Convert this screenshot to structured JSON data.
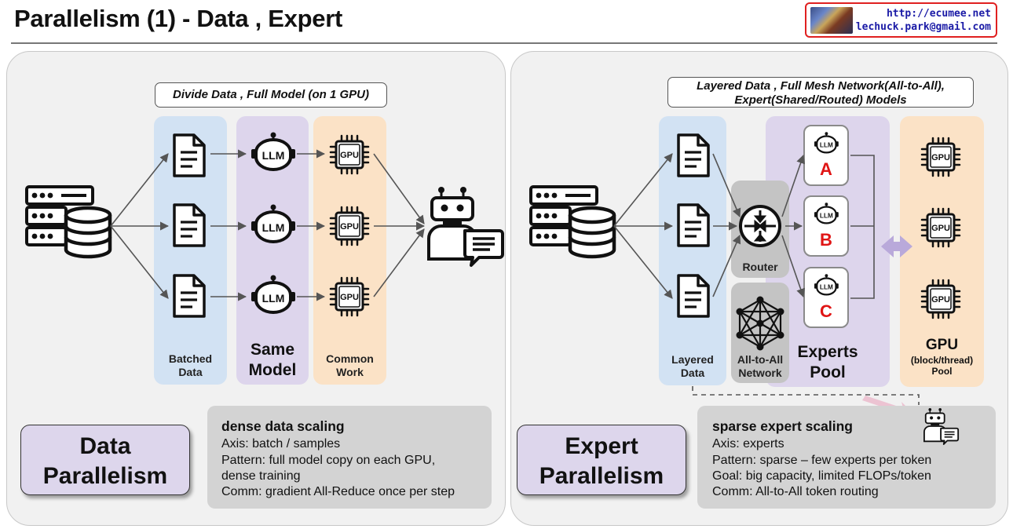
{
  "header": {
    "title": "Parallelism (1) - Data , Expert",
    "credit_url": "http://ecumee.net",
    "credit_email": "lechuck.park@gmail.com"
  },
  "data_parallel": {
    "top_label": "Divide Data , Full Model (on 1 GPU)",
    "col_batched": [
      "Batched",
      "Data"
    ],
    "col_model": [
      "Same",
      "Model"
    ],
    "col_work": [
      "Common",
      "Work"
    ],
    "llm_text": "LLM",
    "gpu_text": "GPU",
    "name": [
      "Data",
      "Parallelism"
    ],
    "info": {
      "heading": "dense data scaling",
      "lines": [
        "Axis: batch / samples",
        "Pattern: full model copy on each GPU,",
        "dense training",
        "Comm: gradient All-Reduce once per step"
      ]
    }
  },
  "expert_parallel": {
    "top_label": [
      "Layered Data , Full Mesh Network(All-to-All),",
      "Expert(Shared/Routed) Models"
    ],
    "col_layered": [
      "Layered",
      "Data"
    ],
    "router_label": "Router",
    "network_label": [
      "All-to-All",
      "Network"
    ],
    "experts_label": [
      "Experts",
      "Pool"
    ],
    "experts": [
      "A",
      "B",
      "C"
    ],
    "gpu_title": "GPU",
    "gpu_sub": "(block/thread)",
    "gpu_pool": "Pool",
    "llm_text": "LLM",
    "gpu_text": "GPU",
    "name": [
      "Expert",
      "Parallelism"
    ],
    "info": {
      "heading": "sparse expert scaling",
      "lines": [
        "Axis: experts",
        "Pattern: sparse – few experts per token",
        "Goal: big capacity, limited FLOPs/token",
        "Comm: All-to-All token routing"
      ]
    }
  },
  "colors": {
    "blue_column": "#d2e2f3",
    "purple_column": "#ddd5ec",
    "orange_column": "#fbe2c6",
    "expert_letter": "#e01515",
    "credit_border": "#e02020"
  }
}
